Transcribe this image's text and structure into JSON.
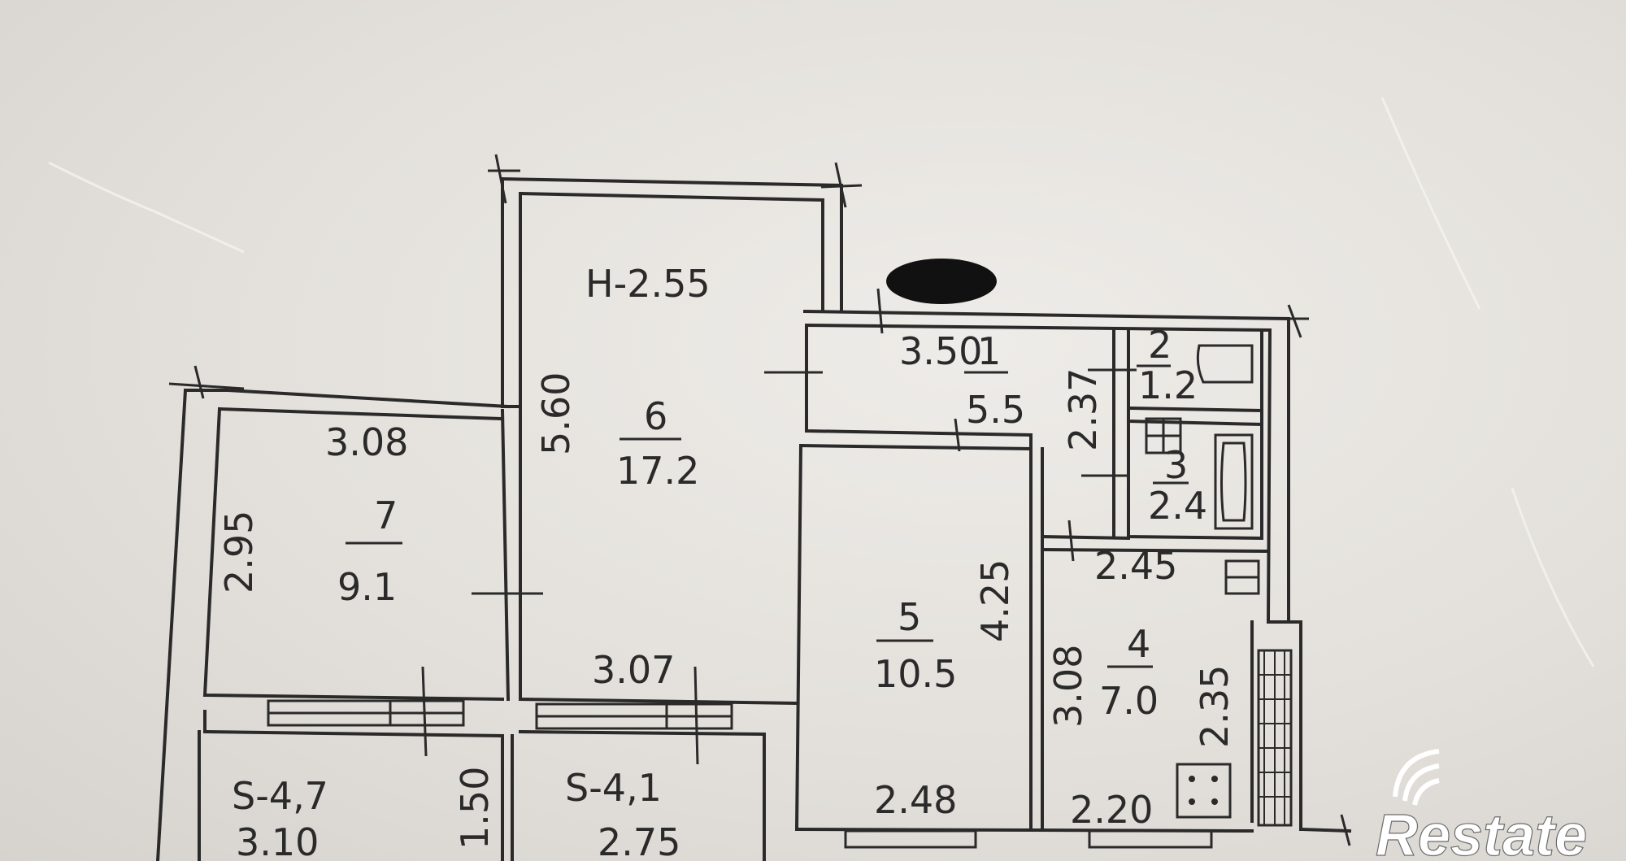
{
  "ceiling_height": "H-2.55",
  "rooms": [
    {
      "id": "1",
      "area": "5.5",
      "dim_top": "3.50",
      "dim_side": "2.37"
    },
    {
      "id": "2",
      "area": "1.2"
    },
    {
      "id": "3",
      "area": "2.4"
    },
    {
      "id": "4",
      "area": "7.0",
      "dim_top": "2.45",
      "dim_left": "3.08",
      "dim_right": "2.35",
      "dim_bottom": "2.20"
    },
    {
      "id": "5",
      "area": "10.5",
      "dim_right": "4.25",
      "dim_bottom": "2.48"
    },
    {
      "id": "6",
      "area": "17.2",
      "dim_left": "5.60",
      "dim_bottom": "3.07"
    },
    {
      "id": "7",
      "area": "9.1",
      "dim_top": "3.08",
      "dim_left": "2.95"
    }
  ],
  "balconies": [
    {
      "area_label": "S-4,7",
      "width": "3.10",
      "depth": "1.50"
    },
    {
      "area_label": "S-4,1",
      "width": "2.75"
    }
  ],
  "watermark": {
    "brand": "Restate",
    "color": "#ffffff"
  },
  "colors": {
    "ink": "#2a2a2a",
    "paper": "#e4e1dc"
  }
}
